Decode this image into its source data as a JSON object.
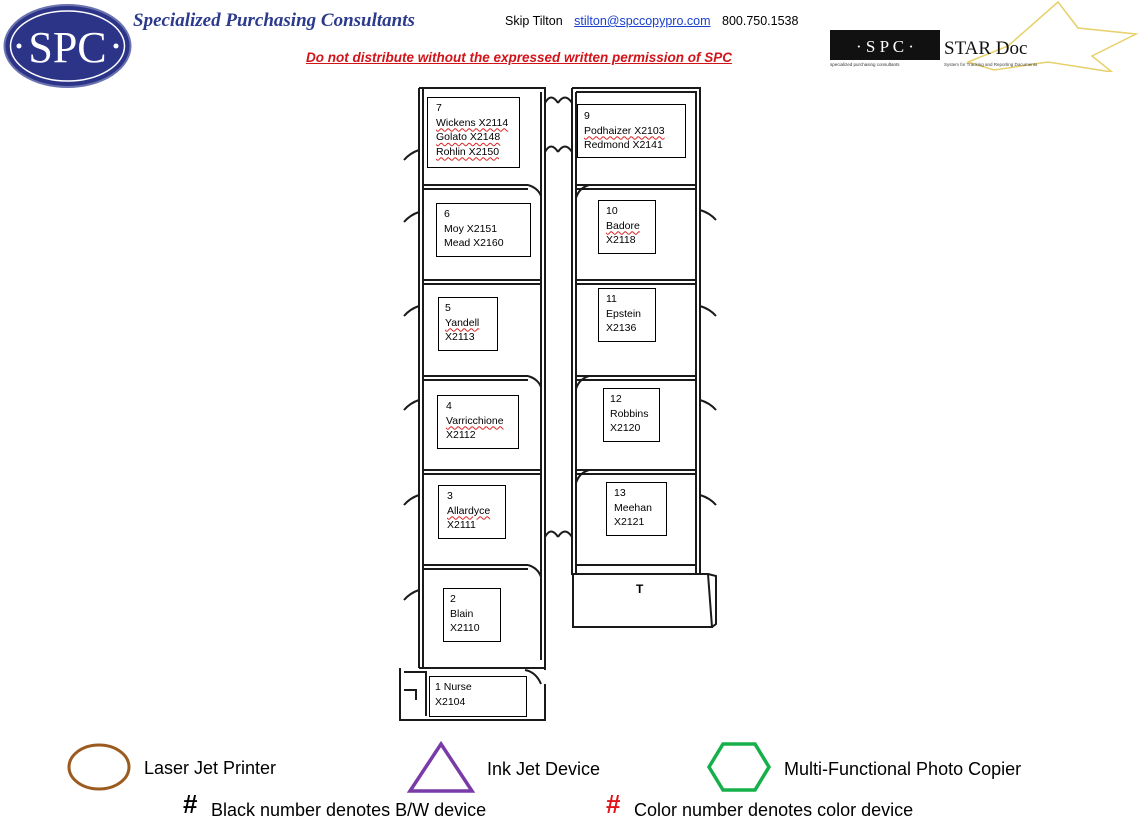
{
  "header": {
    "logo_text": "SPC",
    "company": "Specialized Purchasing Consultants",
    "contact_name": "Skip Tilton",
    "contact_email": "stilton@spccopypro.com",
    "contact_phone": "800.750.1538",
    "warning": "Do not distribute without the expressed written permission of SPC",
    "star_logo_spc": "· S P C ·",
    "star_logo_name": "STAR Doc",
    "star_logo_sub_left": "specialized purchasing consultants",
    "star_logo_sub_right": "System for Tracking and Reporting Documents"
  },
  "rooms": [
    {
      "id": "7",
      "lines": [
        "7",
        "Wickens X2114",
        "Golato X2148",
        "Rohlin X2150"
      ]
    },
    {
      "id": "6",
      "lines": [
        "6",
        "Moy X2151",
        "Mead X2160"
      ]
    },
    {
      "id": "5",
      "lines": [
        "5",
        "Yandell",
        "X2113"
      ]
    },
    {
      "id": "4",
      "lines": [
        "4",
        "Varricchione",
        "X2112"
      ]
    },
    {
      "id": "3",
      "lines": [
        "3",
        "Allardyce",
        "X2111"
      ]
    },
    {
      "id": "2",
      "lines": [
        "2",
        "Blain",
        "X2110"
      ]
    },
    {
      "id": "1",
      "lines": [
        "1 Nurse",
        "X2104"
      ]
    },
    {
      "id": "9",
      "lines": [
        "9",
        "Podhaizer X2103",
        "Redmond X2141"
      ]
    },
    {
      "id": "10",
      "lines": [
        "10",
        "Badore",
        "X2118"
      ]
    },
    {
      "id": "11",
      "lines": [
        "11",
        "Epstein",
        "X2136"
      ]
    },
    {
      "id": "12",
      "lines": [
        "12",
        "Robbins",
        "X2120"
      ]
    },
    {
      "id": "13",
      "lines": [
        "13",
        "Meehan",
        "X2121"
      ]
    }
  ],
  "t_room_label": "T",
  "legend": {
    "laser": "Laser Jet Printer",
    "inkjet": "Ink Jet Device",
    "mfp": "Multi-Functional Photo Copier",
    "bw_symbol": "#",
    "bw_text": "Black number denotes B/W device",
    "color_symbol": "#",
    "color_text": "Color number denotes color device",
    "colors": {
      "laser": "#9b5a1e",
      "inkjet": "#7a3aa8",
      "mfp": "#16b04a",
      "color_number": "#e0141a"
    }
  }
}
